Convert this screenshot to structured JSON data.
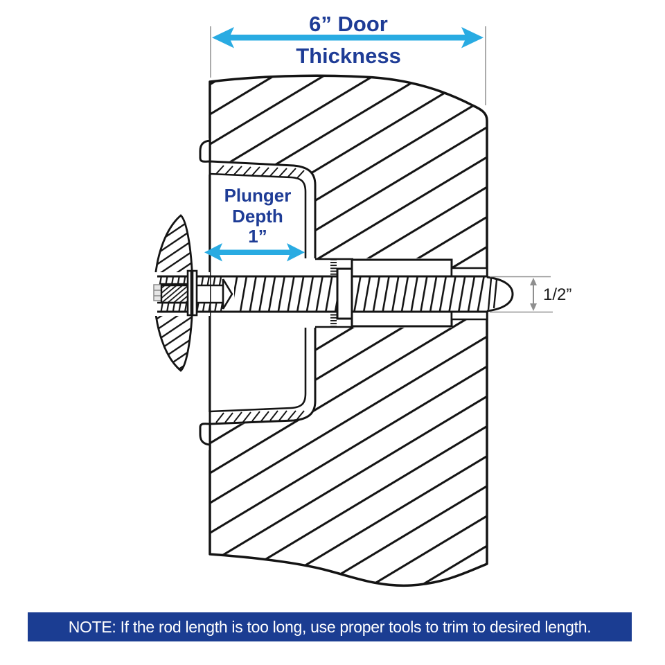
{
  "title_dimension": {
    "line1": "6” Door",
    "line2": "Thickness"
  },
  "plunger_dimension": {
    "line1": "Plunger",
    "line2": "Depth",
    "line3": "1”"
  },
  "rod_diameter_dimension": {
    "label": "1/2”"
  },
  "note": {
    "text": "NOTE: If the rod length is too long, use proper tools to trim to desired length."
  },
  "colors": {
    "dimension_arrow_cyan": "#29ABE2",
    "label_navy": "#1E3C96",
    "note_background": "#1B3D92",
    "note_text": "#FFFFFF",
    "line_art": "#141414",
    "dim_line_gray": "#8F8F8F"
  }
}
